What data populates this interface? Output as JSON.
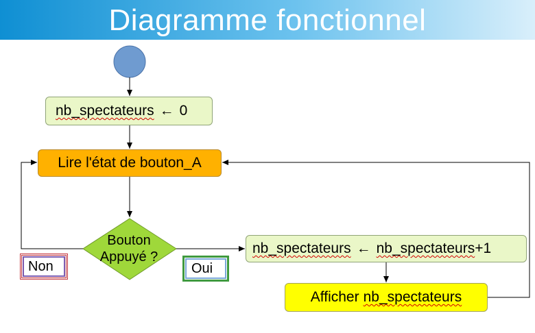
{
  "header": {
    "title": "Diagramme fonctionnel"
  },
  "flowchart": {
    "init": {
      "var": "nb_spectateurs",
      "arrow": "←",
      "value": "0"
    },
    "read": {
      "text": "Lire l'état de bouton_A"
    },
    "decision": {
      "line1": "Bouton",
      "line2": "Appuyé ?"
    },
    "branch_no": "Non",
    "branch_yes": "Oui",
    "increment": {
      "var": "nb_spectateurs",
      "arrow": "←",
      "expr_var": "nb_spectateurs",
      "expr_rest": "+1"
    },
    "display": {
      "verb": "Afficher",
      "var": "nb_spectateurs"
    }
  },
  "colors": {
    "start_node": "#6f9bd0",
    "init_fill": "#eaf7c8",
    "read_fill": "#ffb100",
    "decision_fill": "#9fd83a",
    "display_fill": "#ffff00",
    "no_border": "#c2343c",
    "yes_border": "#3f9a3f"
  }
}
